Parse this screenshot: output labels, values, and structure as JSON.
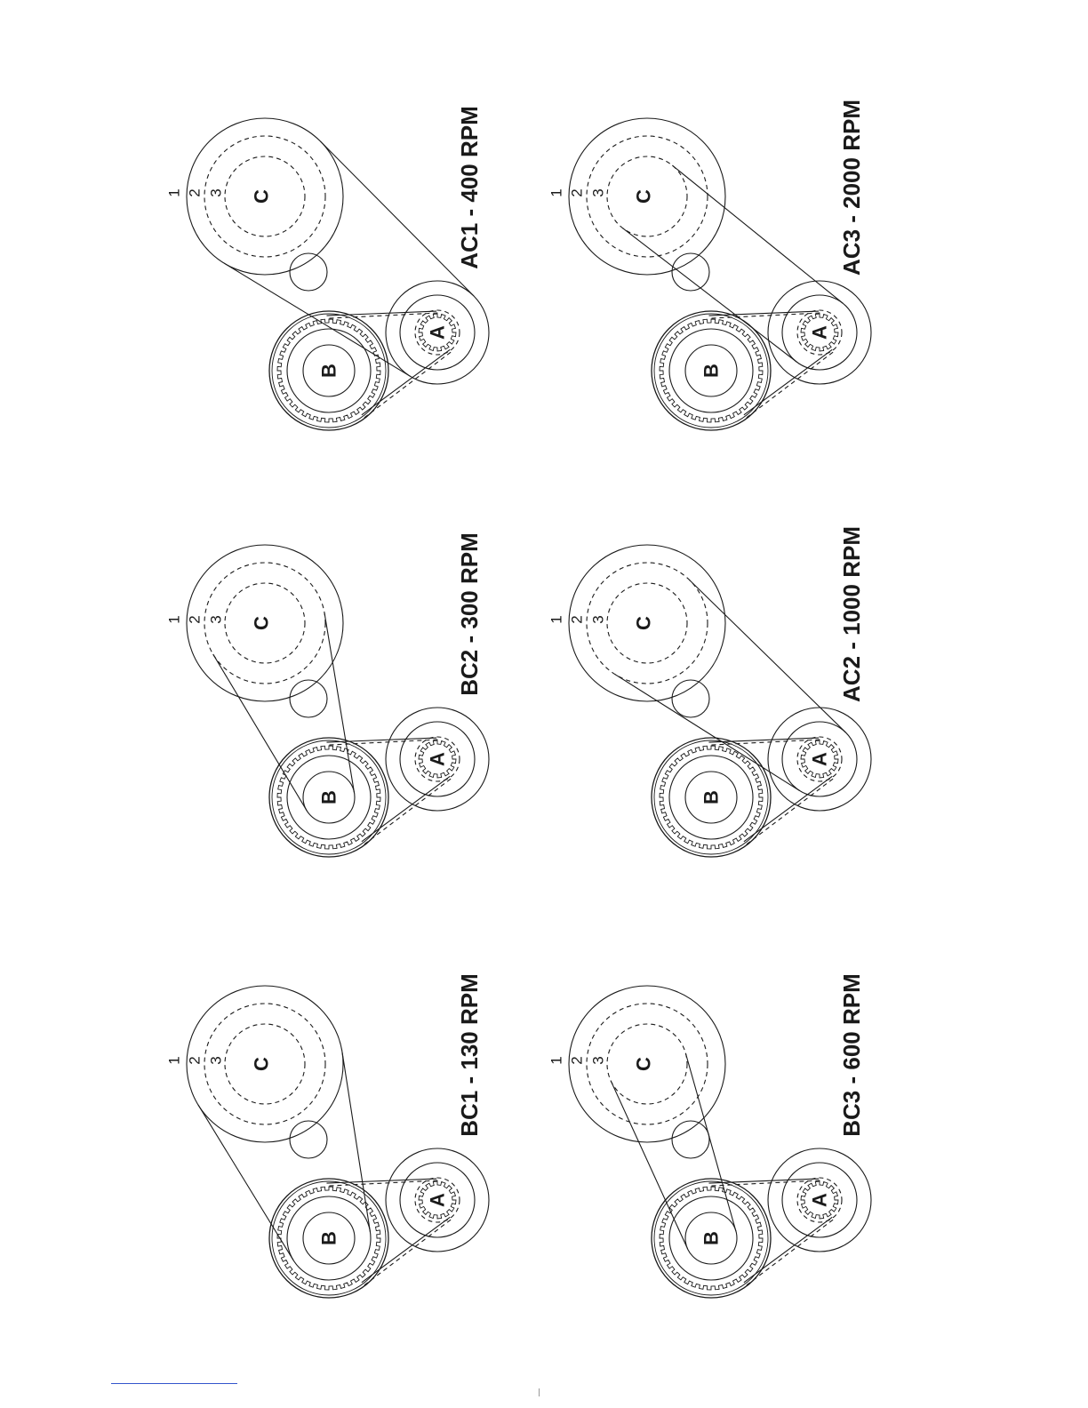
{
  "colors": {
    "line": "#1a1a1a",
    "link": "#3355cc"
  },
  "pulley_labels": {
    "motor": "A",
    "countershaft": "B",
    "spindle": "C"
  },
  "step_numbers": [
    "1",
    "2",
    "3"
  ],
  "configurations": [
    {
      "id": "BC1",
      "caption": "BC1 - 130 RPM",
      "drive": "B",
      "step": 1
    },
    {
      "id": "BC2",
      "caption": "BC2 - 300 RPM",
      "drive": "B",
      "step": 2
    },
    {
      "id": "AC1",
      "caption": "AC1 - 400 RPM",
      "drive": "A",
      "step": 1
    },
    {
      "id": "BC3",
      "caption": "BC3 - 600 RPM",
      "drive": "B",
      "step": 3
    },
    {
      "id": "AC2",
      "caption": "AC2 - 1000 RPM",
      "drive": "A",
      "step": 2
    },
    {
      "id": "AC3",
      "caption": "AC3 - 2000 RPM",
      "drive": "A",
      "step": 3
    }
  ]
}
